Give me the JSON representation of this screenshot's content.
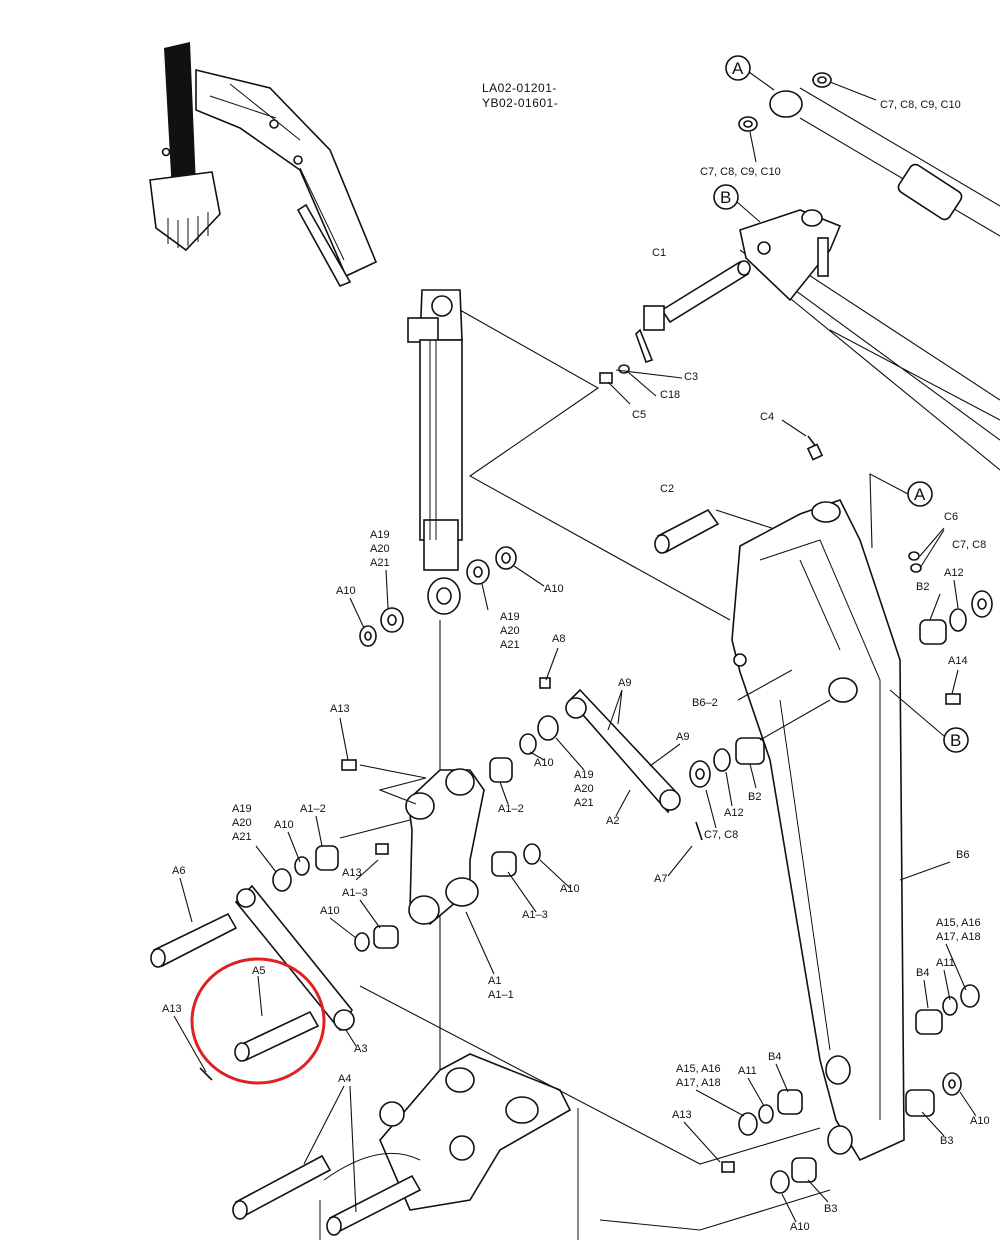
{
  "doc_codes": [
    "LA02-01201-",
    "YB02-01601-"
  ],
  "highlight": {
    "label": "A5",
    "color": "#e02020"
  },
  "callouts": {
    "a": "A",
    "b": "B"
  },
  "labels": {
    "c7_c8_c9_c10_top": "C7, C8, C9, C10",
    "c7_c8_c9_c10_mid": "C7, C8, C9, C10",
    "c1": "C1",
    "c3": "C3",
    "c18": "C18",
    "c5": "C5",
    "c4": "C4",
    "c2": "C2",
    "c6": "C6",
    "c7_c8_right": "C7, C8",
    "b2_upper": "B2",
    "a12_upper": "A12",
    "a14": "A14",
    "b6_2": "B6–2",
    "a19_a": "A19",
    "a20_a": "A20",
    "a21_a": "A21",
    "a10_cyl_left": "A10",
    "a10_cyl_right": "A10",
    "a19_b": "A19",
    "a20_b": "A20",
    "a21_b": "A21",
    "a8": "A8",
    "a9_a": "A9",
    "a9_b": "A9",
    "a13_top": "A13",
    "a1_2_top": "A1–2",
    "a10_mid": "A10",
    "a19_c": "A19",
    "a20_c": "A20",
    "a21_c": "A21",
    "a2": "A2",
    "a12_mid": "A12",
    "b2_mid": "B2",
    "c7_c8_mid": "C7, C8",
    "a7": "A7",
    "a19_d": "A19",
    "a20_d": "A20",
    "a21_d": "A21",
    "a10_left": "A10",
    "a1_2_left": "A1–2",
    "a13_mid": "A13",
    "a1_3_left": "A1–3",
    "a10_lower": "A10",
    "a10_right_bush": "A10",
    "a1_3_right": "A1–3",
    "a1": "A1",
    "a1_1": "A1–1",
    "b6": "B6",
    "a6": "A6",
    "a5": "A5",
    "a13_low": "A13",
    "a3": "A3",
    "a4": "A4",
    "a15_a16_r": "A15, A16",
    "a17_a18_r": "A17, A18",
    "a11_r": "A11",
    "b4_r": "B4",
    "b3_r": "B3",
    "a10_far_right": "A10",
    "a15_a16_b": "A15, A16",
    "a17_a18_b": "A17, A18",
    "a11_b": "A11",
    "b4_b": "B4",
    "a13_bottom": "A13",
    "b3_b": "B3",
    "a10_bottom": "A10"
  }
}
